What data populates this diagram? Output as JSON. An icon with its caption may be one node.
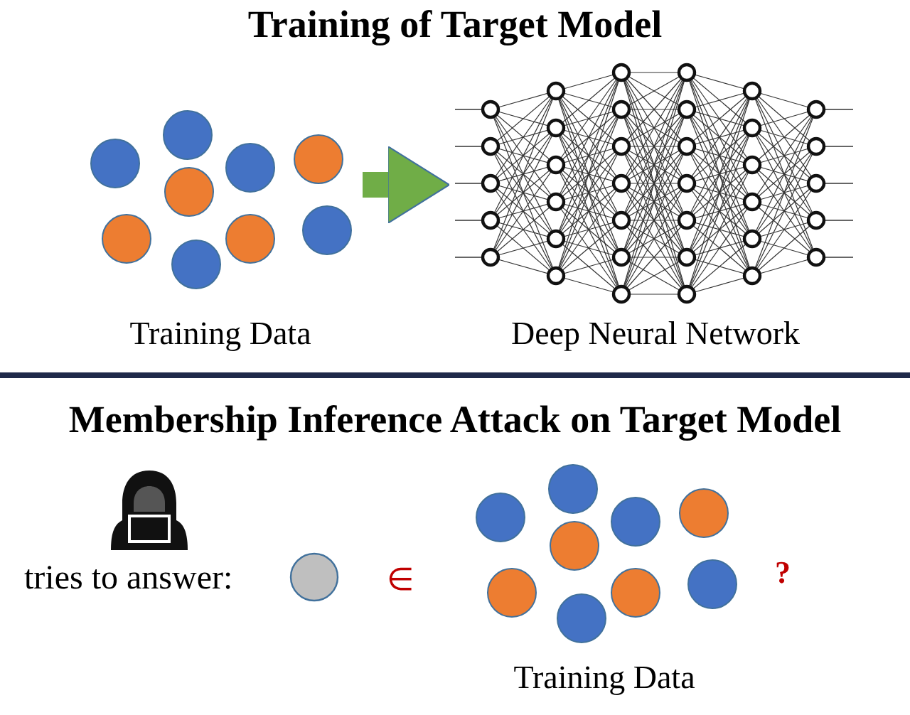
{
  "diagram": {
    "nodes": [
      {
        "text": [
          "Training Data"
        ]
      },
      {
        "text": [
          "Deep Neural Network"
        ]
      },
      {
        "text": [
          "Training Data"
        ]
      }
    ],
    "edges": [
      {
        "from": 0,
        "to": 1,
        "arrow": "to",
        "color": "#70ad47"
      }
    ],
    "labels": [
      "Training of Target Model",
      "Membership Inference Attack on Target Model",
      "tries to answer:",
      "∈",
      "?"
    ]
  }
}
